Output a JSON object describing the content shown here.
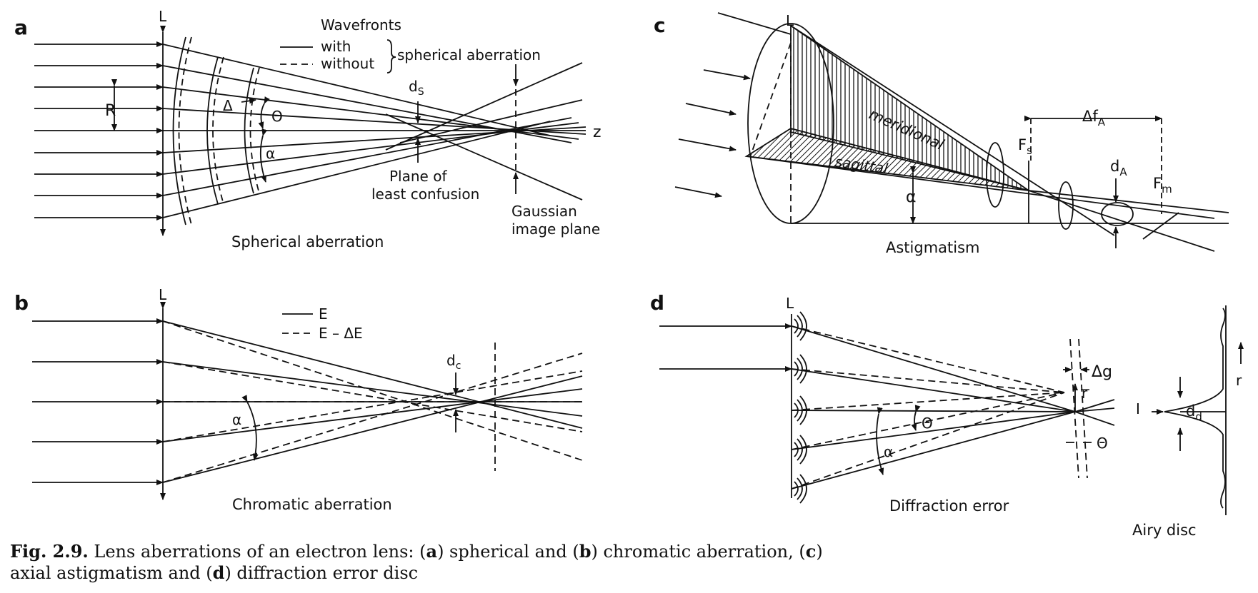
{
  "panels": {
    "a": {
      "letter": "a",
      "lens": "L",
      "legend_title": "Wavefronts",
      "legend_with": "with",
      "legend_without": "without",
      "legend_suffix": "spherical aberration",
      "R": "R",
      "delta": "Δ",
      "theta": "Θ",
      "alpha": "α",
      "ds": "d",
      "ds_sub": "S",
      "z": "z",
      "plane_line1": "Plane of",
      "plane_line2": "least confusion",
      "gauss_line1": "Gaussian",
      "gauss_line2": "image plane",
      "title": "Spherical aberration"
    },
    "b": {
      "letter": "b",
      "lens": "L",
      "legend_solid": "E",
      "legend_dashed": "E – ΔE",
      "alpha": "α",
      "dc": "d",
      "dc_sub": "c",
      "title": "Chromatic aberration"
    },
    "c": {
      "letter": "c",
      "lens": "L",
      "meridional": "meridional",
      "sagittal": "sagittal",
      "alpha": "α",
      "Fs": "F",
      "Fs_sub": "s",
      "dfa": "Δf",
      "dfa_sub": "A",
      "dA": "d",
      "dA_sub": "A",
      "Fm": "F",
      "Fm_sub": "m",
      "title": "Astigmatism"
    },
    "d": {
      "letter": "d",
      "lens": "L",
      "dg": "Δg",
      "r_vec": "r",
      "theta1": "Θ",
      "theta2": "Θ",
      "alpha": "α",
      "I": "I",
      "dd": "d",
      "dd_sub": "d",
      "r_axis": "r",
      "title": "Diffraction error",
      "airy": "Airy disc"
    }
  },
  "caption": {
    "label": "Fig. 2.9.",
    "t1": " Lens aberrations of an electron lens: (",
    "a": "a",
    "t2": ") spherical and (",
    "b": "b",
    "t3": ") chromatic aberration, (",
    "c": "c",
    "t4": ") axial astigmatism and (",
    "d": "d",
    "t5": ") diffraction error disc"
  }
}
